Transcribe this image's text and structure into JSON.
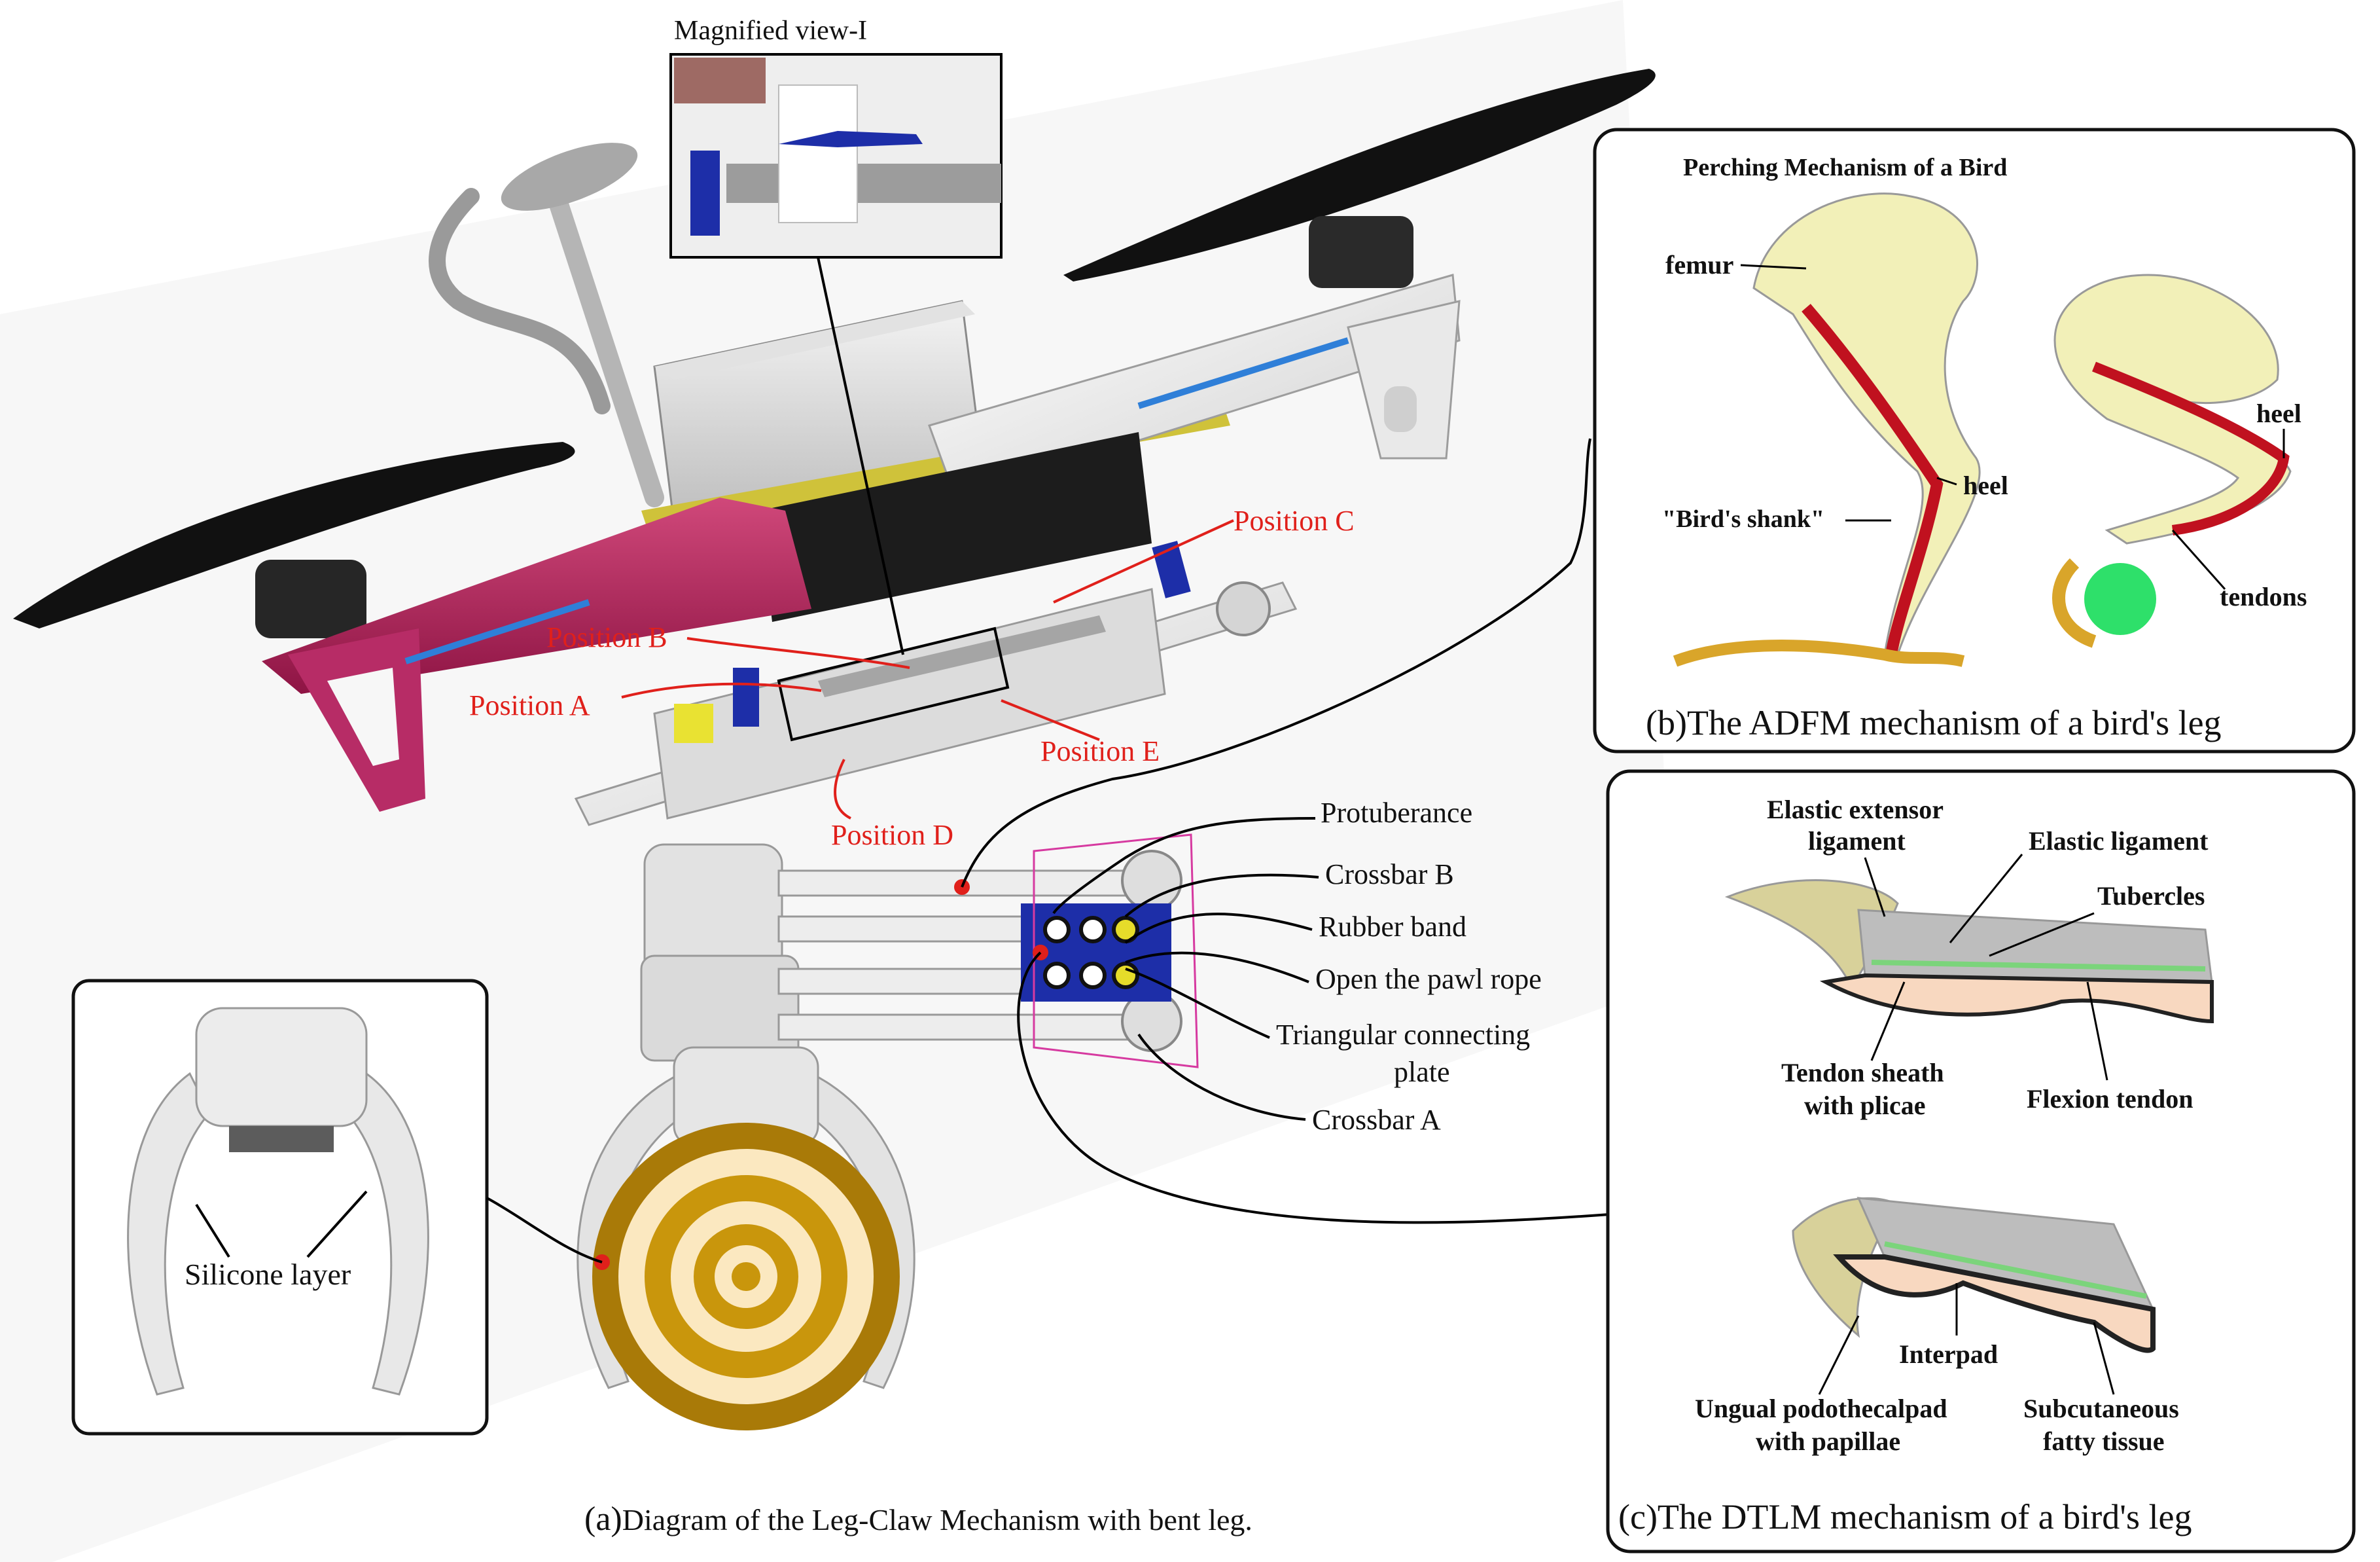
{
  "magnified": {
    "title": "Magnified view-I"
  },
  "positions": {
    "a": "Position A",
    "b": "Position B",
    "c": "Position C",
    "d": "Position D",
    "e": "Position E"
  },
  "parts": {
    "protuberance": "Protuberance",
    "crossbar_b": "Crossbar B",
    "rubber_band": "Rubber band",
    "pawl_rope": "Open the pawl rope",
    "tri_plate_1": "Triangular connecting",
    "tri_plate_2": "plate",
    "crossbar_a": "Crossbar A"
  },
  "inset": {
    "silicone": "Silicone layer"
  },
  "caption_a": {
    "prefix": "(a)",
    "text": "Diagram of the Leg-Claw Mechanism with bent leg."
  },
  "panel_b": {
    "title": "Perching Mechanism of a Bird",
    "femur": "femur",
    "heel_left": "heel",
    "shank": "\"Bird's shank\"",
    "heel_right": "heel",
    "tendons": "tendons",
    "caption": "(b)The ADFM mechanism of a bird's leg"
  },
  "panel_c": {
    "extensor_1": "Elastic extensor",
    "extensor_2": "ligament",
    "elastic_ligament": "Elastic ligament",
    "tubercles": "Tubercles",
    "sheath_1": "Tendon sheath",
    "sheath_2": "with plicae",
    "flexion": "Flexion tendon",
    "interpad": "Interpad",
    "ungual_1": "Ungual podothecalpad",
    "ungual_2": "with papillae",
    "fatty_1": "Subcutaneous",
    "fatty_2": "fatty tissue",
    "caption": "(c)The DTLM mechanism of a bird's leg"
  },
  "colors": {
    "red_annotation": "#e0201b",
    "magenta_frame": "#c2185b",
    "bone_yellow": "#f2f0b8",
    "tendon_red": "#c0111f",
    "target_gold": "#b8860b",
    "green_ball": "#2ee06a"
  }
}
